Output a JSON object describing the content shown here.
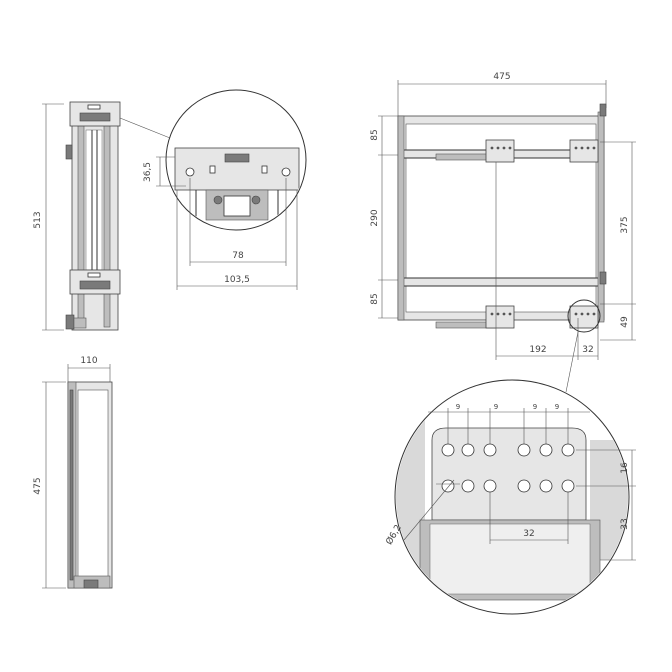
{
  "dimensions": {
    "top_width": "475",
    "left_height": "513",
    "detail_height": "36,5",
    "detail_width_inner": "78",
    "detail_width_outer": "103,5",
    "right_top_gap": "85",
    "right_middle": "290",
    "right_bottom_gap": "85",
    "right_height": "375",
    "right_offset": "49",
    "right_pitch": "192",
    "right_end": "32",
    "side_width": "110",
    "side_length": "475",
    "detail_pitch_1": "9",
    "detail_pitch_2": "9",
    "detail_pitch_3": "9",
    "detail_pitch_4": "9",
    "detail_vertical": "16",
    "detail_vertical_2": "33",
    "detail_hole_spacing": "32",
    "detail_hole_diameter": "Ø6,2"
  },
  "colors": {
    "line": "#333333",
    "fill": "#e6e6e6",
    "dark": "#7a7a7a"
  }
}
